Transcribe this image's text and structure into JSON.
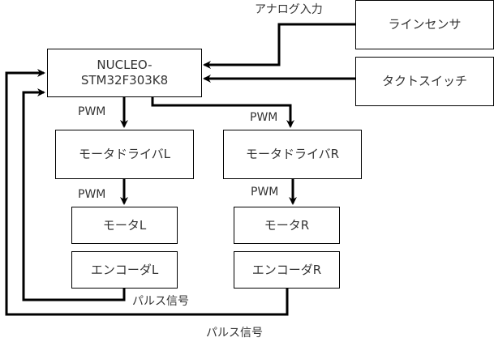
{
  "diagram": {
    "blocks": {
      "mcu": {
        "line1": "NUCLEO-",
        "line2": "STM32F303K8"
      },
      "line_sensor": "ラインセンサ",
      "tact_switch": "タクトスイッチ",
      "driver_l": "モータドライバL",
      "driver_r": "モータドライバR",
      "motor_l": "モータL",
      "motor_r": "モータR",
      "encoder_l": "エンコーダL",
      "encoder_r": "エンコーダR"
    },
    "edge_labels": {
      "analog_input": "アナログ入力",
      "pwm_mcu_to_driver_l": "PWM",
      "pwm_mcu_to_driver_r": "PWM",
      "pwm_driver_l_to_motor_l": "PWM",
      "pwm_driver_r_to_motor_r": "PWM",
      "pulse_l": "パルス信号",
      "pulse_r": "パルス信号"
    }
  }
}
